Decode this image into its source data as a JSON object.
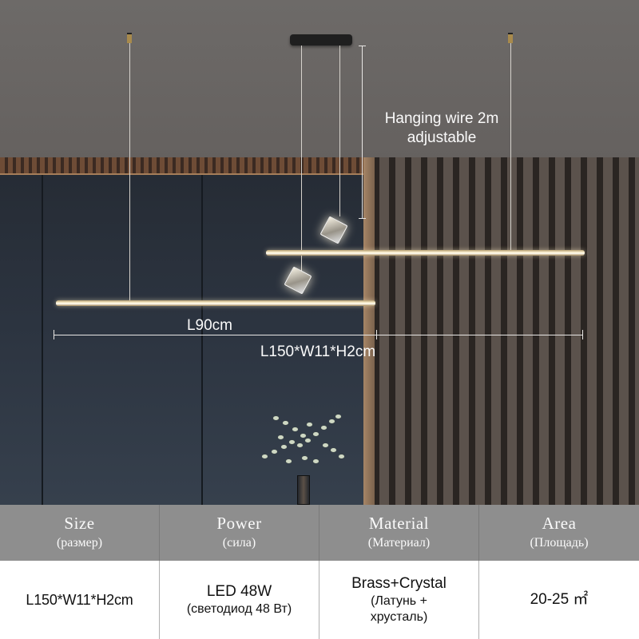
{
  "annotations": {
    "hanging_wire_line1": "Hanging wire 2m",
    "hanging_wire_line2": "adjustable",
    "short_bar_length": "L90cm",
    "long_bar_dimensions": "L150*W11*H2cm"
  },
  "spec_table": {
    "headers": [
      {
        "en": "Size",
        "ru": "(размер)"
      },
      {
        "en": "Power",
        "ru": "(сила)"
      },
      {
        "en": "Material",
        "ru": "(Материал)"
      },
      {
        "en": "Area",
        "ru": "(Площадь)"
      }
    ],
    "values": {
      "size": "L150*W11*H2cm",
      "power_main": "LED 48W",
      "power_sub": "(светодиод 48 Вт)",
      "material_main": "Brass+Crystal",
      "material_sub_line1": "(Латунь +",
      "material_sub_line2": "хрусталь)",
      "area": "20-25 ㎡"
    }
  },
  "colors": {
    "header_bg": "#8e8e8e",
    "ceiling": "#676462",
    "brass": "#a88a4c",
    "left_wall": "#2c3440"
  }
}
